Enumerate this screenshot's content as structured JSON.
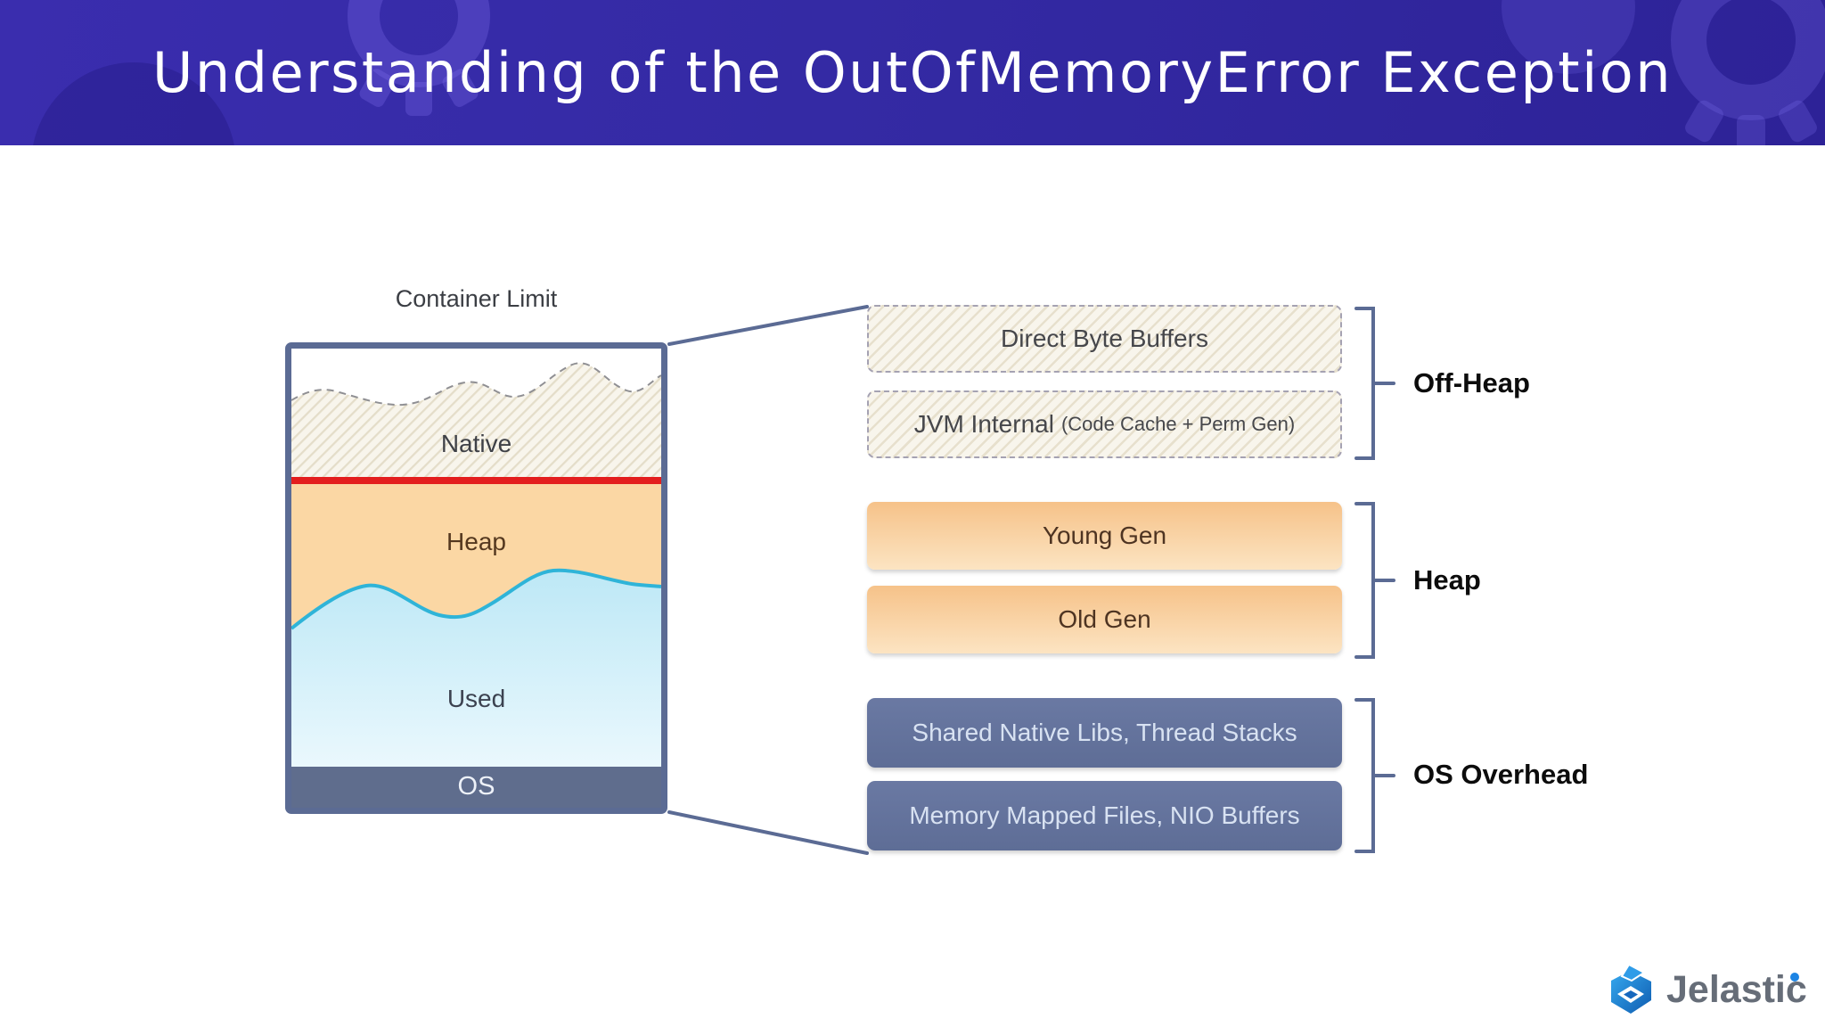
{
  "header": {
    "title": "Understanding of the OutOfMemoryError Exception"
  },
  "diagram": {
    "container_limit_label": "Container Limit",
    "sections": {
      "native": "Native",
      "heap": "Heap",
      "used": "Used",
      "os": "OS"
    }
  },
  "legend": {
    "off_heap": {
      "label": "Off-Heap",
      "boxes": [
        {
          "title": "Direct Byte Buffers"
        },
        {
          "title": "JVM Internal",
          "subtitle": "(Code Cache + Perm Gen)"
        }
      ]
    },
    "heap": {
      "label": "Heap",
      "boxes": [
        {
          "title": "Young Gen"
        },
        {
          "title": "Old Gen"
        }
      ]
    },
    "os_overhead": {
      "label": "OS Overhead",
      "boxes": [
        {
          "title": "Shared Native Libs, Thread Stacks"
        },
        {
          "title": "Memory Mapped Files, NIO Buffers"
        }
      ]
    }
  },
  "footer": {
    "brand": "Jelastic",
    "logo_icon": "jelastic-cube-icon"
  },
  "colors": {
    "header_bg": "#342aa4",
    "accent_border": "#5b6b94",
    "limit_line": "#e31e1e",
    "native_fill": "#f8f5ec",
    "heap_fill": "#fbd7a4",
    "used_fill": "#bde8f6",
    "used_wave": "#2fb4d8",
    "os_fill": "#5f6d8d",
    "dark_box": "#64739c",
    "orange_box": "#f6c289",
    "brand_blue": "#1c84e4"
  }
}
